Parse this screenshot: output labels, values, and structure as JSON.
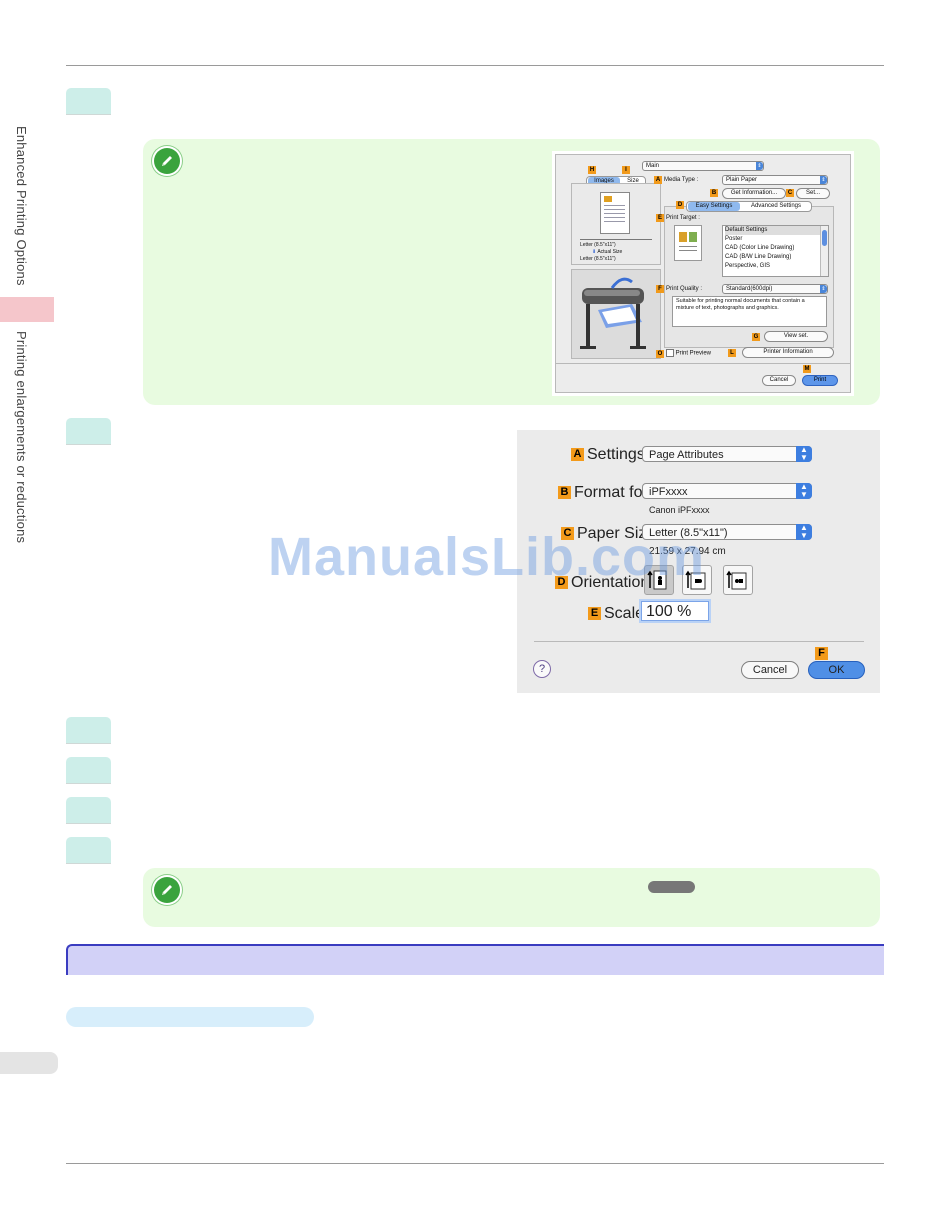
{
  "side": {
    "chapter": "Enhanced Printing Options",
    "section": "Printing enlargements or reductions"
  },
  "printDialog": {
    "panel": "Main",
    "tabs": [
      "Images",
      "Size"
    ],
    "mediaTypeLabel": "Media Type :",
    "mediaType": "Plain Paper",
    "getInfo": "Get Information...",
    "set": "Set...",
    "modeTabs": [
      "Easy Settings",
      "Advanced Settings"
    ],
    "printTargetLabel": "Print Target :",
    "printTargets": [
      "Default Settings",
      "Poster",
      "CAD (Color Line Drawing)",
      "CAD (B/W Line Drawing)",
      "Perspective, GIS"
    ],
    "sizeInfo": [
      "Letter (8.5\"x11\")",
      "Actual Size",
      "Letter (8.5\"x11\")"
    ],
    "printQualityLabel": "Print Quality :",
    "printQuality": "Standard(600dpi)",
    "qualityDescription": "Suitable for printing normal documents that contain a mixture of text, photographs and graphics.",
    "viewSet": "View set.",
    "printPreview": "Print Preview",
    "printerInfo": "Printer Information",
    "cancel": "Cancel",
    "print": "Print",
    "callouts": {
      "H": "H",
      "I": "I",
      "A": "A",
      "B": "B",
      "C": "C",
      "D": "D",
      "E": "E",
      "F": "F",
      "G": "G",
      "O": "O",
      "L": "L",
      "M": "M"
    }
  },
  "pageSetup": {
    "settingsLabel": "Settings:",
    "settings": "Page Attributes",
    "formatForLabel": "Format for:",
    "formatFor": "iPFxxxx",
    "formatForSub": "Canon iPFxxxx",
    "paperSizeLabel": "Paper Size:",
    "paperSize": "Letter (8.5\"x11\")",
    "paperSizeSub": "21.59 x 27.94 cm",
    "orientationLabel": "Orientation:",
    "scaleLabel": "Scale:",
    "scale": "100 %",
    "help": "?",
    "cancel": "Cancel",
    "ok": "OK",
    "callouts": {
      "A": "A",
      "B": "B",
      "C": "C",
      "D": "D",
      "E": "E",
      "F": "F"
    }
  },
  "watermark": "ManualsLib.com"
}
